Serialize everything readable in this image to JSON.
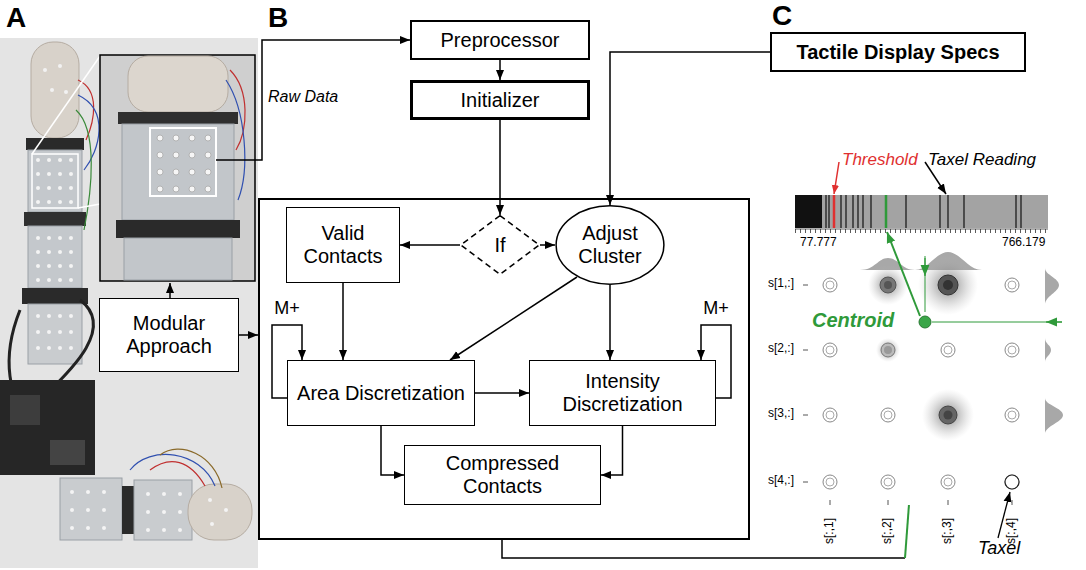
{
  "diagram": {
    "nodes": [
      {
        "text": [
          "Modular Approach"
        ]
      },
      {
        "text": [
          "Preprocessor"
        ]
      },
      {
        "text": [
          "Initializer"
        ]
      },
      {
        "text": []
      },
      {
        "text": [
          "If"
        ],
        "in": 3
      },
      {
        "text": [
          "Valid Contacts"
        ],
        "in": 3
      },
      {
        "text": [
          "Adjust Cluster"
        ],
        "in": 3
      },
      {
        "text": [
          "Area Discretization"
        ],
        "in": 3
      },
      {
        "text": [
          "Intensity Discretization"
        ],
        "in": 3
      },
      {
        "text": [
          "Compressed Contacts"
        ],
        "in": 3
      },
      {
        "text": [
          "Tactile Display Specs"
        ]
      }
    ],
    "edges": [
      {
        "from": 0,
        "to": 3,
        "arrow": "to"
      },
      {
        "from": 1,
        "to": 2,
        "arrow": "to"
      },
      {
        "from": 2,
        "to": 4,
        "arrow": "to"
      },
      {
        "from": 4,
        "to": 5,
        "arrow": "to"
      },
      {
        "from": 4,
        "to": 6,
        "arrow": "to"
      },
      {
        "from": 5,
        "to": 7,
        "arrow": "to"
      },
      {
        "from": 6,
        "to": 7,
        "arrow": "to"
      },
      {
        "from": 6,
        "to": 8,
        "arrow": "to"
      },
      {
        "from": 7,
        "to": 8,
        "arrow": "to"
      },
      {
        "from": 7,
        "to": 9,
        "arrow": "to"
      },
      {
        "from": 8,
        "to": 9,
        "arrow": "to"
      },
      {
        "from": 10,
        "to": 6,
        "arrow": "to"
      },
      {
        "from": 7,
        "to": 7,
        "label": "M+",
        "arrow": "to"
      },
      {
        "from": 8,
        "to": 8,
        "label": "M+",
        "arrow": "to"
      }
    ],
    "labels": [
      "A",
      "B",
      "C",
      "Raw Data",
      "Threshold",
      "Taxel Reading",
      "77.777",
      "766.179",
      "Centroid",
      "s[1,:]",
      "s[2,:]",
      "s[3,:]",
      "s[4,:]",
      "s[:,1]",
      "s[:,2]",
      "s[:,3]",
      "s[:,4]",
      "Taxel"
    ]
  }
}
